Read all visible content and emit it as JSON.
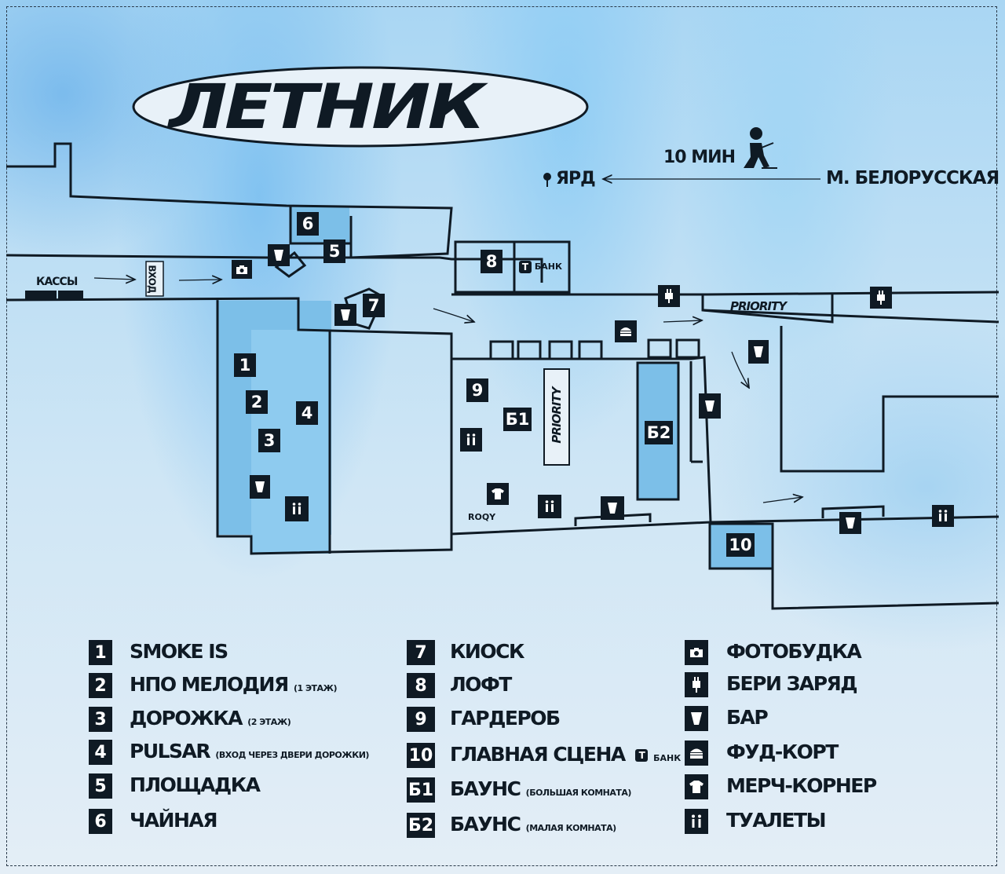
{
  "title": "ЛЕТНИК",
  "directions": {
    "time": "10 МИН",
    "destination": "ЯРД",
    "metro": "М. БЕЛОРУССКАЯ"
  },
  "map_labels": {
    "kassy": "КАССЫ",
    "vhod": "ВХОД",
    "priority": "PRIORITY",
    "bank": "БАНК",
    "roqy": "ROQY"
  },
  "legend": {
    "col1": [
      {
        "key": "1",
        "name": "SMOKE IS",
        "note": ""
      },
      {
        "key": "2",
        "name": "НПО МЕЛОДИЯ",
        "note": "(1 ЭТАЖ)"
      },
      {
        "key": "3",
        "name": "ДОРОЖКА",
        "note": "(2 ЭТАЖ)"
      },
      {
        "key": "4",
        "name": "PULSAR",
        "note": "(ВХОД ЧЕРЕЗ ДВЕРИ ДОРОЖКИ)"
      },
      {
        "key": "5",
        "name": "ПЛОЩАДКА",
        "note": ""
      },
      {
        "key": "6",
        "name": "ЧАЙНАЯ",
        "note": ""
      }
    ],
    "col2": [
      {
        "key": "7",
        "name": "КИОСК",
        "note": ""
      },
      {
        "key": "8",
        "name": "ЛОФТ",
        "note": ""
      },
      {
        "key": "9",
        "name": "ГАРДЕРОБ",
        "note": ""
      },
      {
        "key": "10",
        "name": "ГЛАВНАЯ СЦЕНА",
        "note": ""
      },
      {
        "key": "Б1",
        "name": "БАУНС",
        "note": "(БОЛЬШАЯ КОМНАТА)"
      },
      {
        "key": "Б2",
        "name": "БАУНС",
        "note": "(МАЛАЯ КОМНАТА)"
      }
    ],
    "col3": [
      {
        "icon": "camera-icon",
        "name": "ФОТОБУДКА"
      },
      {
        "icon": "charger-icon",
        "name": "БЕРИ ЗАРЯД"
      },
      {
        "icon": "bar-cup-icon",
        "name": "БАР"
      },
      {
        "icon": "burger-icon",
        "name": "ФУД-КОРТ"
      },
      {
        "icon": "tshirt-icon",
        "name": "МЕРЧ-КОРНЕР"
      },
      {
        "icon": "toilet-icon",
        "name": "ТУАЛЕТЫ"
      }
    ]
  },
  "colors": {
    "ink": "#0f1a24",
    "zone_fill": "#7cbfe8"
  }
}
